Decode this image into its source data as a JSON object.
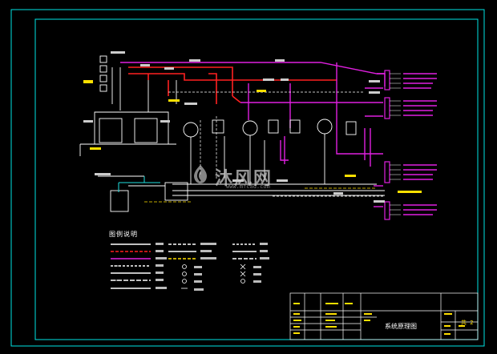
{
  "drawing": {
    "legend_title": "图例说明",
    "title_block_title": "系统原理图",
    "sheet_no": "共 2"
  },
  "watermark": {
    "text": "沐风网",
    "url": "www.mfcad.com"
  },
  "colors": {
    "frame": "#00e5e5",
    "supply_pipe": "#ff2020",
    "return_pipe": "#e020e0",
    "cold_pipe": "#ffffff",
    "water_pipe": "#20e0e0",
    "text_yellow": "#ffe000"
  }
}
